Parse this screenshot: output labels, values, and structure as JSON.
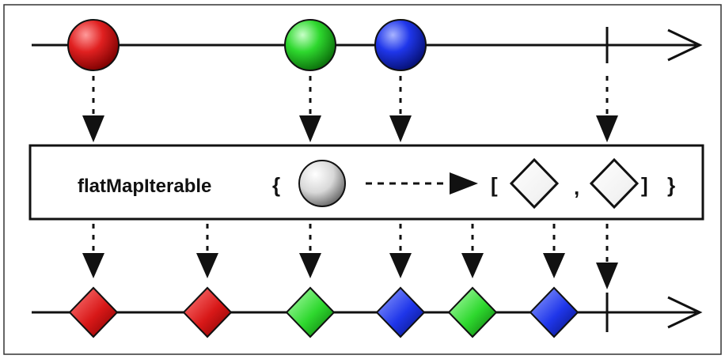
{
  "operator": {
    "name": "flatMapIterable",
    "open_brace": "{",
    "close_brace": "}",
    "open_bracket": "[",
    "comma": ",",
    "close_bracket": "]"
  },
  "input_stream": {
    "marbles": [
      {
        "name": "red-marble",
        "color": "#d01818"
      },
      {
        "name": "green-marble",
        "color": "#22cc22"
      },
      {
        "name": "blue-marble",
        "color": "#1a2ee0"
      }
    ],
    "completion": true
  },
  "output_stream": {
    "items": [
      {
        "name": "red-diamond-1",
        "color": "#d01818"
      },
      {
        "name": "red-diamond-2",
        "color": "#d01818"
      },
      {
        "name": "green-diamond-1",
        "color": "#22cc22"
      },
      {
        "name": "blue-diamond-1",
        "color": "#1a2ee0"
      },
      {
        "name": "green-diamond-2",
        "color": "#22cc22"
      },
      {
        "name": "blue-diamond-2",
        "color": "#1a2ee0"
      }
    ],
    "completion": true
  },
  "colors": {
    "line": "#111111",
    "frame": "#222222",
    "box_fill": "#ffffff"
  }
}
